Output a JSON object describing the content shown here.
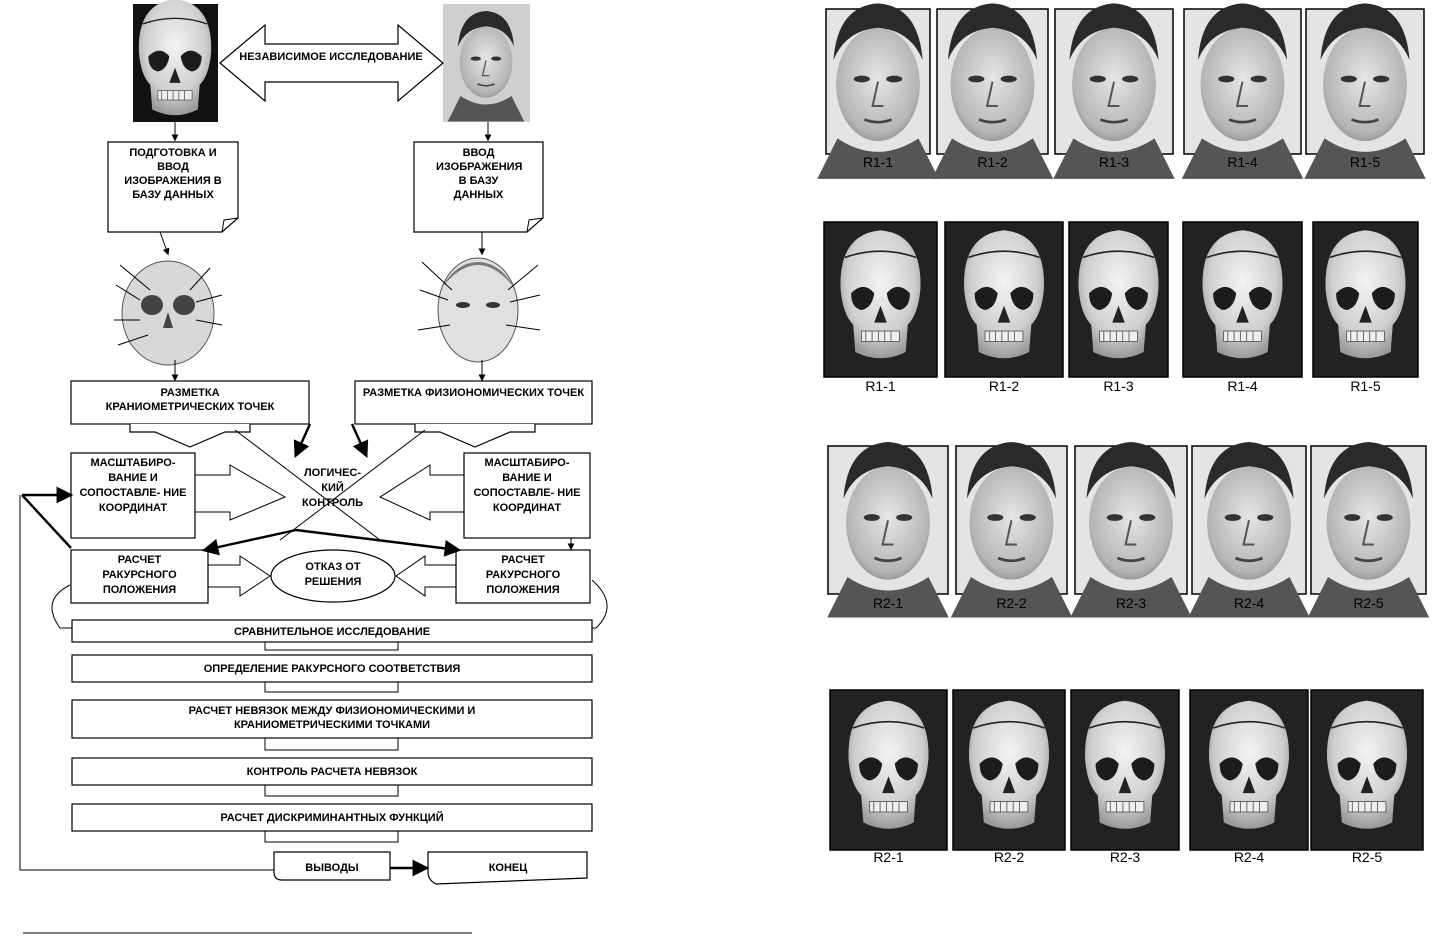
{
  "flowchart": {
    "independent": "НЕЗАВИСИМОЕ ИССЛЕДОВАНИЕ",
    "prep_skull": "ПОДГОТОВКА И ВВОД ИЗОБРАЖЕНИЯ В БАЗУ ДАННЫХ",
    "input_face": "ВВОД ИЗОБРАЖЕНИЯ В БАЗУ ДАННЫХ",
    "cranio_points": "РАЗМЕТКА КРАНИОМЕТРИЧЕСКИХ ТОЧЕК",
    "physio_points": "РАЗМЕТКА ФИЗИОНОМИЧЕСКИХ ТОЧЕК",
    "scale_left": "МАСШТАБИРО- ВАНИЕ И СОПОСТАВЛЕ- НИЕ КООРДИНАТ",
    "logic": "ЛОГИЧЕС- КИЙ КОНТРОЛЬ",
    "scale_right": "МАСШТАБИРО- ВАНИЕ И СОПОСТАВЛЕ- НИЕ КООРДИНАТ",
    "angle_left": "РАСЧЕТ РАКУРСНОГО ПОЛОЖЕНИЯ",
    "refusal": "ОТКАЗ ОТ РЕШЕНИЯ",
    "angle_right": "РАСЧЕТ РАКУРСНОГО ПОЛОЖЕНИЯ",
    "steps": [
      "СРАВНИТЕЛЬНОЕ ИССЛЕДОВАНИЕ",
      "ОПРЕДЕЛЕНИЕ РАКУРСНОГО СООТВЕТСТВИЯ",
      "РАСЧЕТ НЕВЯЗОК МЕЖДУ ФИЗИОНОМИЧЕСКИМИ И КРАНИОМЕТРИЧЕСКИМИ ТОЧКАМИ",
      "КОНТРОЛЬ РАСЧЕТА НЕВЯЗОК",
      "РАСЧЕТ ДИСКРИМИНАНТНЫХ ФУНКЦИЙ"
    ],
    "conclusions": "ВЫВОДЫ",
    "end": "КОНЕЦ"
  },
  "gallery": {
    "row1_faces": [
      "R1-1",
      "R1-2",
      "R1-3",
      "R1-4",
      "R1-5"
    ],
    "row1_skulls": [
      "R1-1",
      "R1-2",
      "R1-3",
      "R1-4",
      "R1-5"
    ],
    "row2_faces": [
      "R2-1",
      "R2-2",
      "R2-3",
      "R2-4",
      "R2-5"
    ],
    "row2_skulls": [
      "R2-1",
      "R2-2",
      "R2-3",
      "R2-4",
      "R2-5"
    ]
  }
}
